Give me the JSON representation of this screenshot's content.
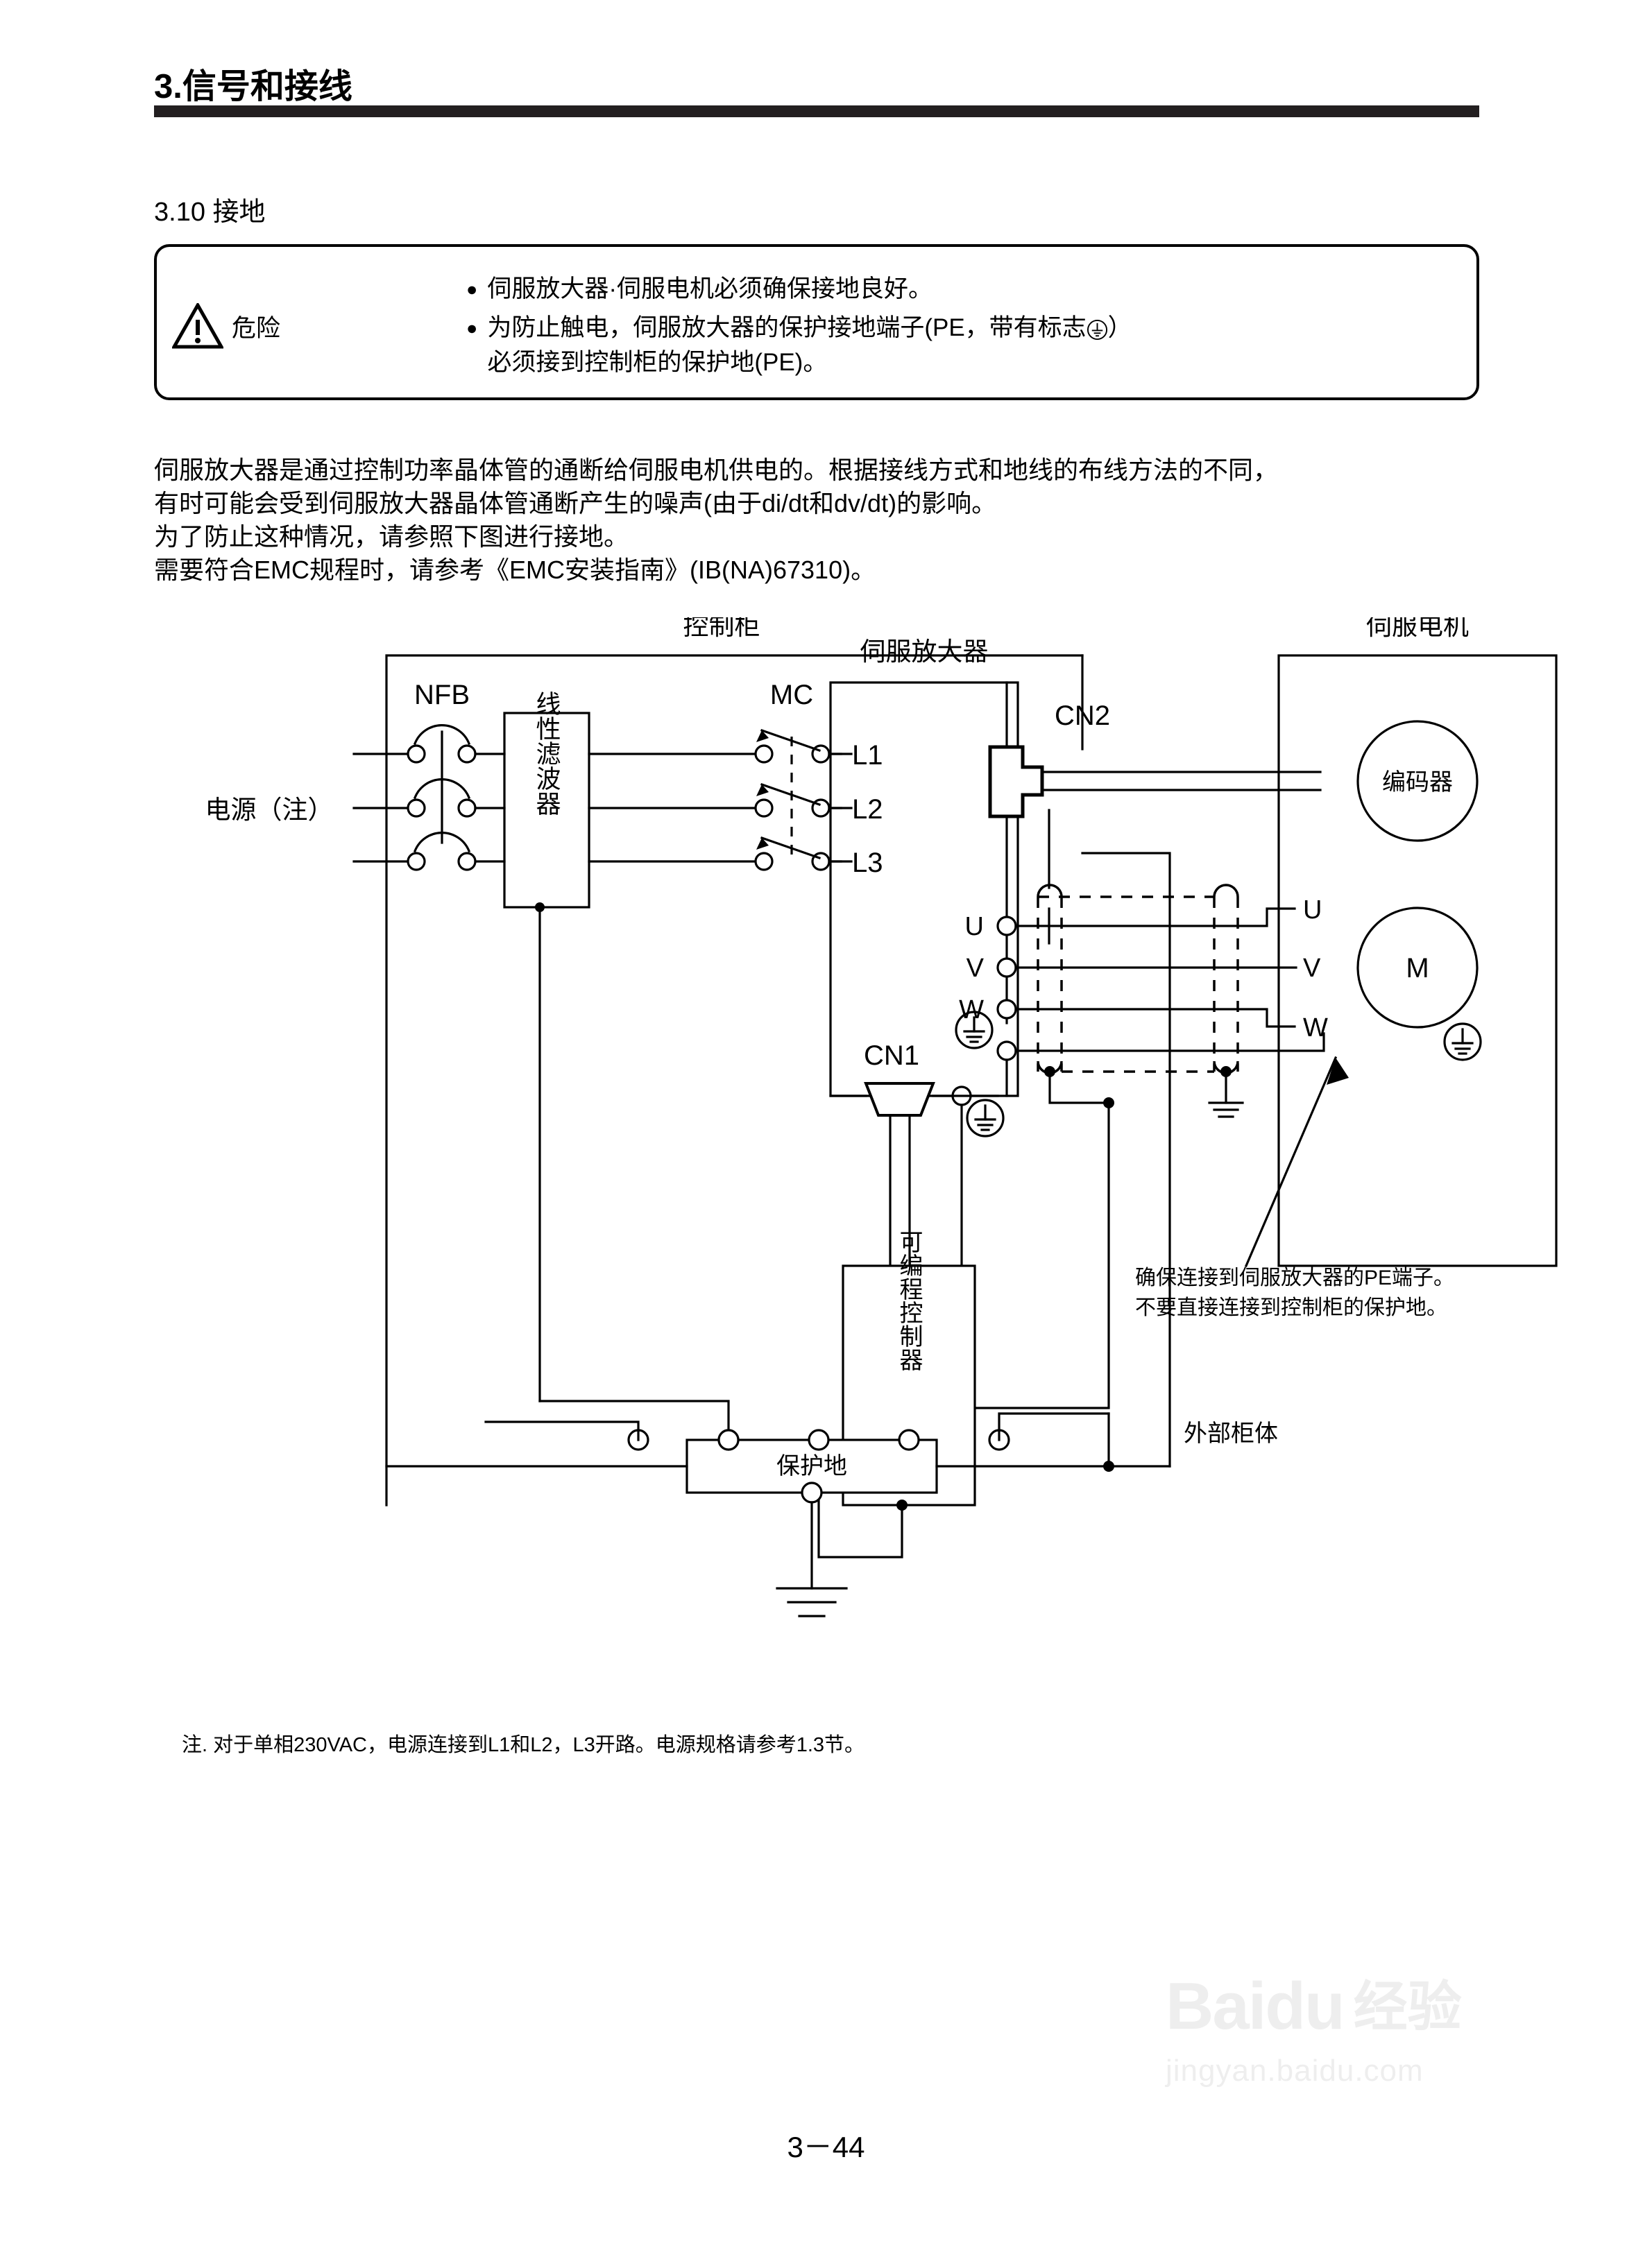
{
  "header": {
    "chapter_title": "3.信号和接线"
  },
  "section": {
    "heading": "3.10 接地"
  },
  "danger": {
    "label": "危险",
    "icon": "warning-triangle-icon",
    "bullet_glyph": "●",
    "items": [
      "伺服放大器·伺服电机必须确保接地良好。",
      "为防止触电，伺服放大器的保护接地端子(PE，带有标志",
      "必须接到控制柜的保护地(PE)。"
    ],
    "item2_suffix": "）"
  },
  "body": {
    "lines": [
      "伺服放大器是通过控制功率晶体管的通断给伺服电机供电的。根据接线方式和地线的布线方法的不同，",
      "有时可能会受到伺服放大器晶体管通断产生的噪声(由于di/dt和dv/dt)的影响。",
      "为了防止这种情况，请参照下图进行接地。",
      "需要符合EMC规程时，请参考《EMC安装指南》(IB(NA)67310)。"
    ]
  },
  "figure": {
    "labels": {
      "control_cabinet": "控制柜",
      "power_supply": "电源（注）",
      "nfb": "NFB",
      "line_filter": "线性滤波器",
      "mc": "MC",
      "servo_amplifier": "伺服放大器",
      "terminal_l1": "L1",
      "terminal_l2": "L2",
      "terminal_l3": "L3",
      "cn2": "CN2",
      "cn1": "CN1",
      "servo_motor": "伺服电机",
      "encoder": "编码器",
      "motor_symbol": "M",
      "amp_u": "U",
      "amp_v": "V",
      "amp_w": "W",
      "motor_u": "U",
      "motor_v": "V",
      "motor_w": "W",
      "programmable_controller": "可编程控制器",
      "protective_earth": "保护地",
      "external_cabinet": "外部柜体"
    },
    "annotation": {
      "line1": "确保连接到伺服放大器的PE端子。",
      "line2": "不要直接连接到控制柜的保护地。"
    }
  },
  "footnote": {
    "text": "注. 对于单相230VAC，电源连接到L1和L2，L3开路。电源规格请参考1.3节。"
  },
  "watermark": {
    "brand": "Baidu",
    "brand_cn": "经验",
    "url": "jingyan.baidu.com"
  },
  "footer": {
    "page_number": "3－44"
  },
  "colors": {
    "ink": "#000000",
    "rule": "#231f20",
    "watermark": "#eeeeee"
  }
}
